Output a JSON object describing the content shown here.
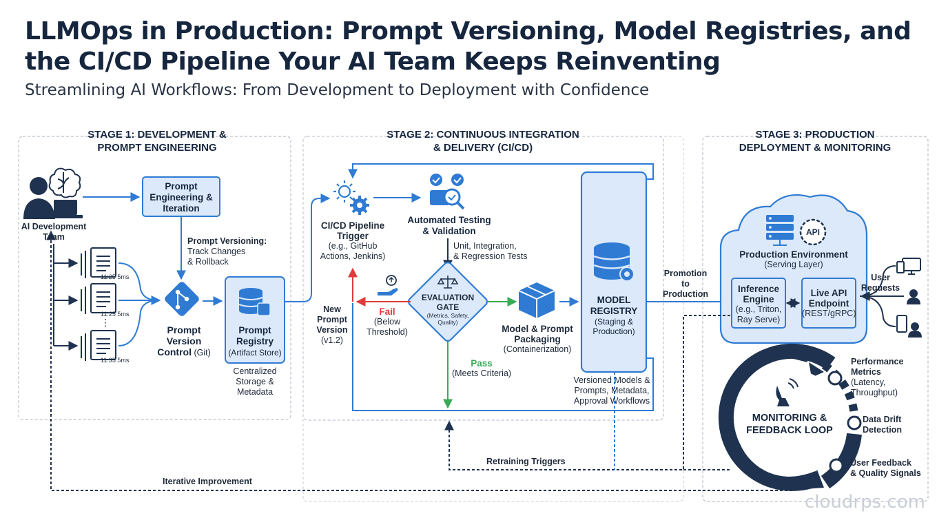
{
  "title_line1": "LLMOps in Production: Prompt Versioning, Model Registries, and",
  "title_line2": "the CI/CD Pipeline Your AI Team Keeps Reinventing",
  "subtitle": "Streamlining AI Workflows: From Development to Deployment with Confidence",
  "stage1": {
    "title_l1": "STAGE 1: DEVELOPMENT &",
    "title_l2": "PROMPT ENGINEERING",
    "team_l1": "AI Development",
    "team_l2": "Team",
    "prompt_eng_l1": "Prompt",
    "prompt_eng_l2": "Engineering &",
    "prompt_eng_l3": "Iteration",
    "versioning_l1": "Prompt Versioning:",
    "versioning_l2": "Track Changes",
    "versioning_l3": "& Rollback",
    "doc_time_1": "11:25 5ms",
    "doc_time_2": "11:25 5ms",
    "doc_time_3": "11:35 5ms",
    "doc_ellipsis": "⋮",
    "pvc_l1": "Prompt",
    "pvc_l2": "Version",
    "pvc_l3": "Control",
    "pvc_l3b": " (Git)",
    "registry_l1": "Prompt",
    "registry_l2": "Registry",
    "registry_l3": "(Artifact Store)",
    "storage_l1": "Centralized",
    "storage_l2": "Storage &",
    "storage_l3": "Metadata"
  },
  "stage2": {
    "title_l1": "STAGE 2: CONTINUOUS INTEGRATION",
    "title_l2": "& DELIVERY (CI/CD)",
    "trigger_l1": "CI/CD Pipeline",
    "trigger_l2": "Trigger",
    "trigger_l3": "(e.g., GitHub",
    "trigger_l4": "Actions, Jenkins)",
    "testing_l1": "Automated Testing",
    "testing_l2": "& Validation",
    "tests_l1": "Unit, Integration,",
    "tests_l2": "& Regression Tests",
    "gate_l1": "EVALUATION",
    "gate_l2": "GATE",
    "gate_l3": "(Metrics, Safety,",
    "gate_l4": "Quality)",
    "fail": "Fail",
    "fail_desc": "(Below Threshold)",
    "new_prompt_l1": "New",
    "new_prompt_l2": "Prompt",
    "new_prompt_l3": "Version",
    "new_prompt_l4": "(v1.2)",
    "pass": "Pass",
    "pass_desc": "(Meets Criteria)",
    "packaging_l1": "Model & Prompt",
    "packaging_l2": "Packaging",
    "packaging_l3": "(Containerization)",
    "model_reg_l1": "MODEL",
    "model_reg_l2": "REGISTRY",
    "model_reg_l3": "(Staging &",
    "model_reg_l4": "Production)",
    "versioned_l1": "Versioned Models &",
    "versioned_l2": "Prompts, Metadata,",
    "versioned_l3": "Approval Workflows"
  },
  "stage3": {
    "title_l1": "STAGE 3: PRODUCTION",
    "title_l2": "DEPLOYMENT & MONITORING",
    "promotion_l1": "Promotion",
    "promotion_l2": "to",
    "promotion_l3": "Production",
    "api_badge": "API",
    "prod_env_l1": "Production Environment",
    "prod_env_l2": "(Serving Layer)",
    "inference_l1": "Inference",
    "inference_l2": "Engine",
    "inference_l3": "(e.g., Triton,",
    "inference_l4": "Ray Serve)",
    "live_api_l1": "Live API",
    "live_api_l2": "Endpoint",
    "live_api_l3": "(REST/gRPC)",
    "user_req_l1": "User",
    "user_req_l2": "Requests",
    "monitor_l1": "MONITORING &",
    "monitor_l2": "FEEDBACK LOOP",
    "perf_l1": "Performance",
    "perf_l2": "Metrics",
    "perf_l3": "(Latency,",
    "perf_l4": "Throughput)",
    "drift_l1": "Data Drift",
    "drift_l2": "Detection",
    "feedback_l1": "User Feedback",
    "feedback_l2": "& Quality Signals"
  },
  "loops": {
    "retraining": "Retraining Triggers",
    "iterative": "Iterative Improvement"
  },
  "watermark": "cloudrps.com",
  "colors": {
    "navy": "#1f3350",
    "blue": "#2f7bd4",
    "light_blue": "#dbe9fa",
    "fail_red": "#e03a3a",
    "pass_green": "#3aaa55"
  }
}
